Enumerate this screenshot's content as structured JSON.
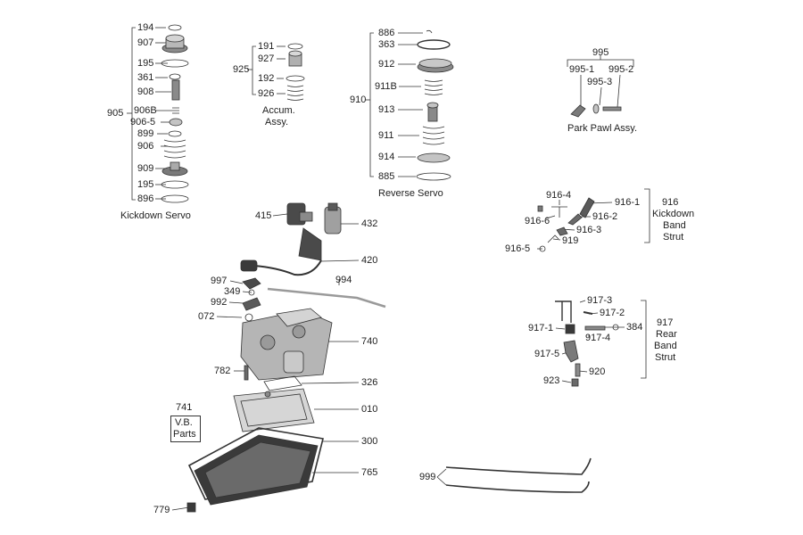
{
  "groups": {
    "kickdown_servo": {
      "title": "Kickdown Servo",
      "assembly": "905",
      "parts": [
        "194",
        "907",
        "195",
        "361",
        "908",
        "906B",
        "906-5",
        "899",
        "906",
        "909",
        "195",
        "896"
      ]
    },
    "accumulator": {
      "title_line1": "Accum.",
      "title_line2": "Assy.",
      "assembly": "925",
      "parts": [
        "191",
        "927",
        "192",
        "926"
      ]
    },
    "reverse_servo": {
      "title": "Reverse Servo",
      "assembly": "910",
      "parts": [
        "886",
        "363",
        "912",
        "911B",
        "913",
        "911",
        "914",
        "885"
      ]
    },
    "park_pawl": {
      "title": "Park Pawl Assy.",
      "assembly": "995",
      "parts": [
        "995-1",
        "995-2",
        "995-3"
      ]
    },
    "kickdown_band_strut": {
      "assembly": "916",
      "title_line1": "Kickdown",
      "title_line2": "Band",
      "title_line3": "Strut",
      "parts": [
        "916-4",
        "916-1",
        "916-6",
        "916-2",
        "916-3",
        "919",
        "916-5"
      ]
    },
    "rear_band_strut": {
      "assembly": "917",
      "title_line1": "Rear",
      "title_line2": "Band",
      "title_line3": "Strut",
      "parts": [
        "917-3",
        "917-2",
        "917-1",
        "384",
        "917-4",
        "917-5",
        "920",
        "923"
      ]
    },
    "valve_body": {
      "title_line1": "V.B.",
      "title_line2": "Parts",
      "assembly": "741"
    },
    "main_parts": [
      "415",
      "432",
      "420",
      "994",
      "997",
      "349",
      "992",
      "072",
      "740",
      "782",
      "326",
      "010",
      "300",
      "765",
      "779",
      "999"
    ]
  },
  "colors": {
    "line": "#333333",
    "part_dark": "#4a4a4a",
    "part_mid": "#8a8a8a",
    "part_light": "#c4c4c4",
    "background": "#ffffff"
  }
}
